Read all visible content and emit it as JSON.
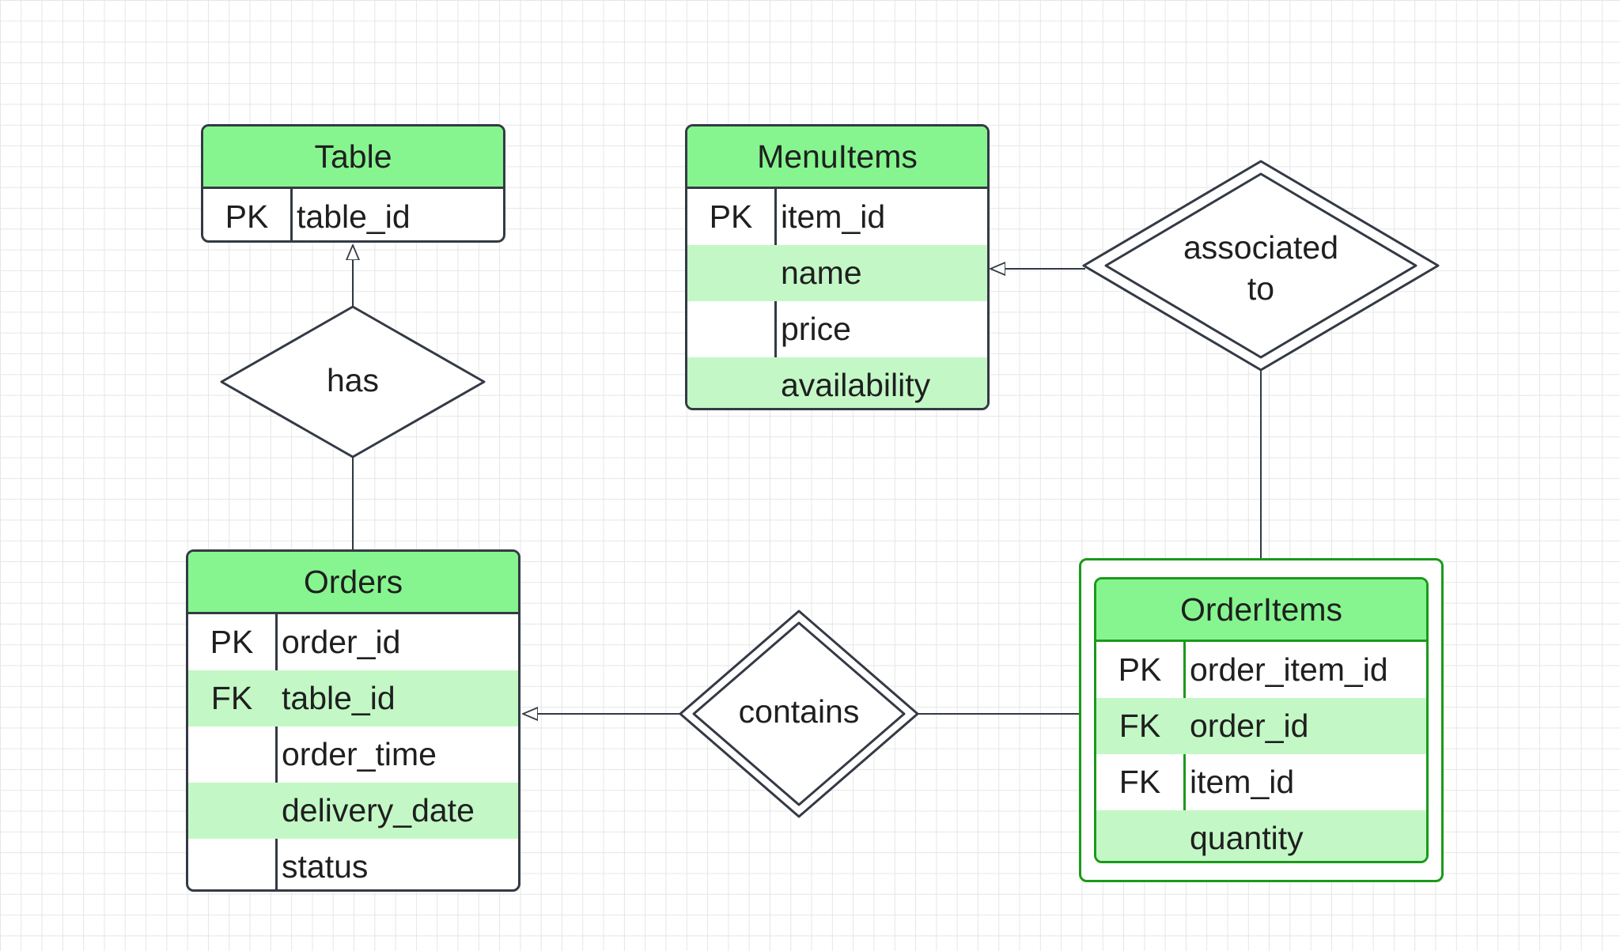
{
  "entities": {
    "table": {
      "title": "Table",
      "rows": [
        {
          "key": "PK",
          "attr": "table_id"
        }
      ]
    },
    "menuitems": {
      "title": "MenuItems",
      "rows": [
        {
          "key": "PK",
          "attr": "item_id"
        },
        {
          "key": "",
          "attr": "name"
        },
        {
          "key": "",
          "attr": "price"
        },
        {
          "key": "",
          "attr": "availability"
        }
      ]
    },
    "orders": {
      "title": "Orders",
      "rows": [
        {
          "key": "PK",
          "attr": "order_id"
        },
        {
          "key": "FK",
          "attr": "table_id"
        },
        {
          "key": "",
          "attr": "order_time"
        },
        {
          "key": "",
          "attr": "delivery_date"
        },
        {
          "key": "",
          "attr": "status"
        }
      ]
    },
    "orderitems": {
      "title": "OrderItems",
      "rows": [
        {
          "key": "PK",
          "attr": "order_item_id"
        },
        {
          "key": "FK",
          "attr": "order_id"
        },
        {
          "key": "FK",
          "attr": "item_id"
        },
        {
          "key": "",
          "attr": "quantity"
        }
      ]
    }
  },
  "relationships": {
    "has": {
      "label": "has"
    },
    "associated_to": {
      "line1": "associated",
      "line2": "to"
    },
    "contains": {
      "label": "contains"
    }
  },
  "colors": {
    "header_fill": "#86f58f",
    "alt_row_fill": "#c3f8c6",
    "border": "#333a45",
    "weak_entity_border": "#1a9a1a"
  }
}
